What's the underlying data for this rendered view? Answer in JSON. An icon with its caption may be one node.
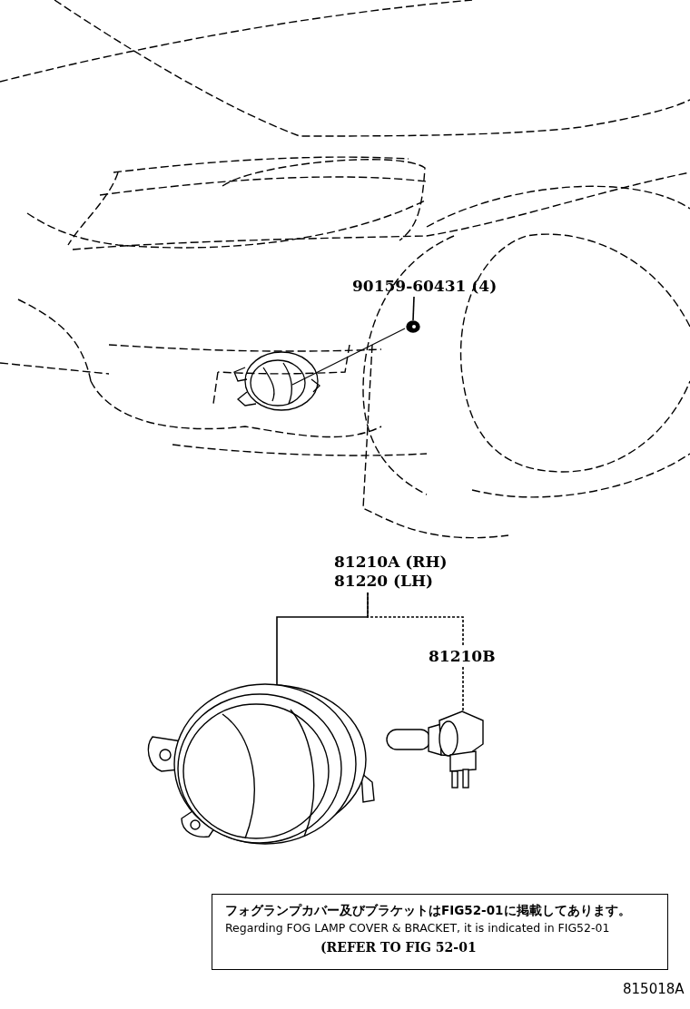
{
  "diagram": {
    "nodes": [
      {
        "text": [
          "90159-60431 (4)"
        ]
      },
      {
        "text": [],
        "shape": "picture"
      },
      {
        "text": [
          "81210A (RH) 81220 (LH)"
        ]
      },
      {
        "text": [],
        "shape": "picture"
      },
      {
        "text": [
          "81210B"
        ]
      },
      {
        "text": [],
        "shape": "picture"
      },
      {
        "text": [
          "フォグランプカバー及びブラケットはFIG52-01に掲載してあります。",
          "Regarding FOG LAMP COVER & BRACKET, it is indicated in FIG52-01",
          "(REFER TO FIG 52-01"
        ]
      }
    ],
    "edges": [
      {
        "from": 0,
        "to": 1,
        "arrow": "none"
      },
      {
        "from": 2,
        "to": 3,
        "arrow": "none"
      },
      {
        "from": 2,
        "to": 4,
        "arrow": "none",
        "style": "dashed"
      },
      {
        "from": 4,
        "to": 5,
        "arrow": "none",
        "style": "dashed"
      }
    ],
    "labels": [
      "815018A"
    ]
  }
}
